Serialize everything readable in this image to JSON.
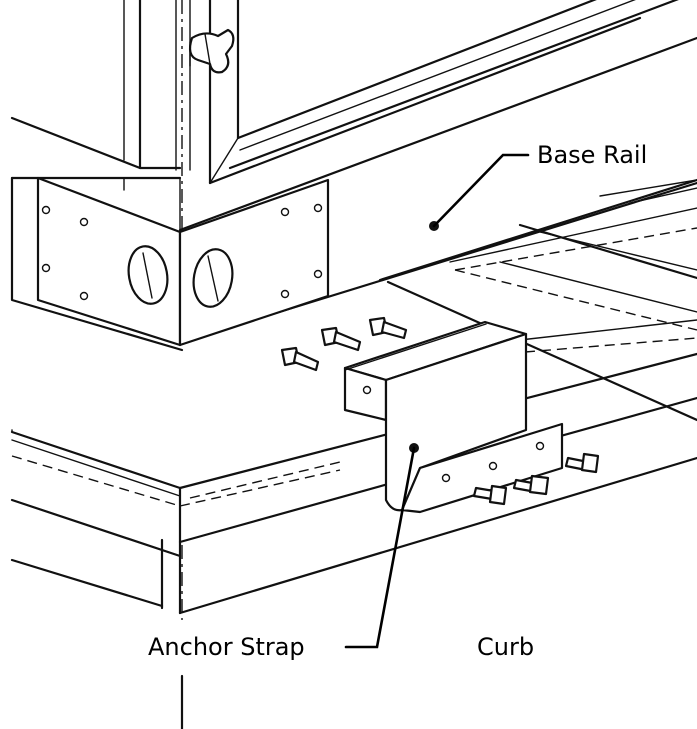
{
  "labels": {
    "base_rail": "Base Rail",
    "anchor_strap": "Anchor Strap",
    "curb": "Curb"
  }
}
